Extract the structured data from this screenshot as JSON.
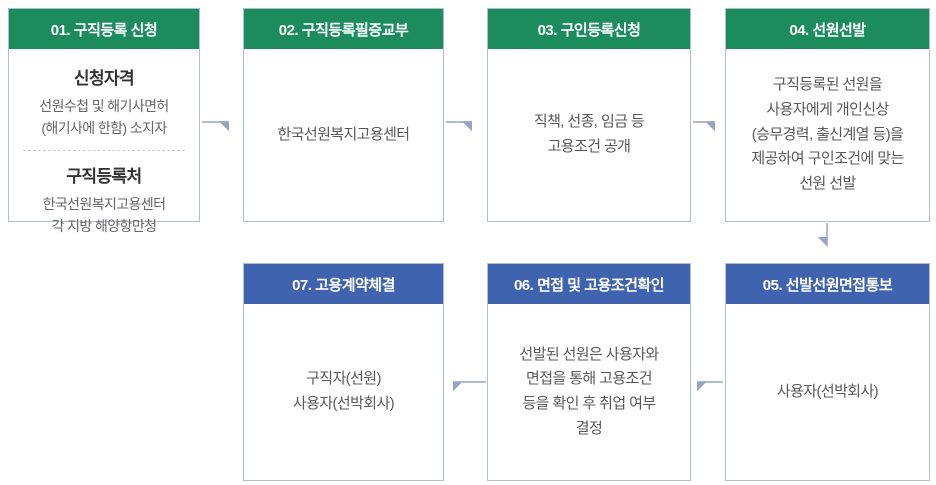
{
  "colors": {
    "header_green": "#1c8c5e",
    "header_blue": "#4063b0",
    "box_border": "#b3bcd1",
    "arrow": "#98a3c1",
    "body_text": "#595959",
    "section_title_text": "#333333"
  },
  "steps": [
    {
      "num_title": "01. 구직등록 신청",
      "sections": [
        {
          "title": "신청자격",
          "text": "선원수첩 및 해기사면허\n(해기사에 한함) 소지자"
        },
        {
          "title": "구직등록처",
          "text": "한국선원복지고용센터\n각 지방 해양항만청"
        }
      ]
    },
    {
      "num_title": "02. 구직등록필증교부",
      "text": "한국선원복지고용센터"
    },
    {
      "num_title": "03. 구인등록신청",
      "text": "직책, 선종, 임금 등\n고용조건 공개"
    },
    {
      "num_title": "04. 선원선발",
      "text": "구직등록된 선원을\n사용자에게 개인신상\n(승무경력, 출신계열 등)을\n제공하여 구인조건에 맞는\n선원 선발"
    },
    {
      "num_title": "05. 선발선원면접통보",
      "text": "사용자(선박회사)"
    },
    {
      "num_title": "06. 면접 및 고용조건확인",
      "text": "선발된 선원은 사용자와\n면접을 통해 고용조건\n등을 확인 후 취업 여부\n결정"
    },
    {
      "num_title": "07. 고용계약체결",
      "text": "구직자(선원)\n사용자(선박회사)"
    }
  ]
}
